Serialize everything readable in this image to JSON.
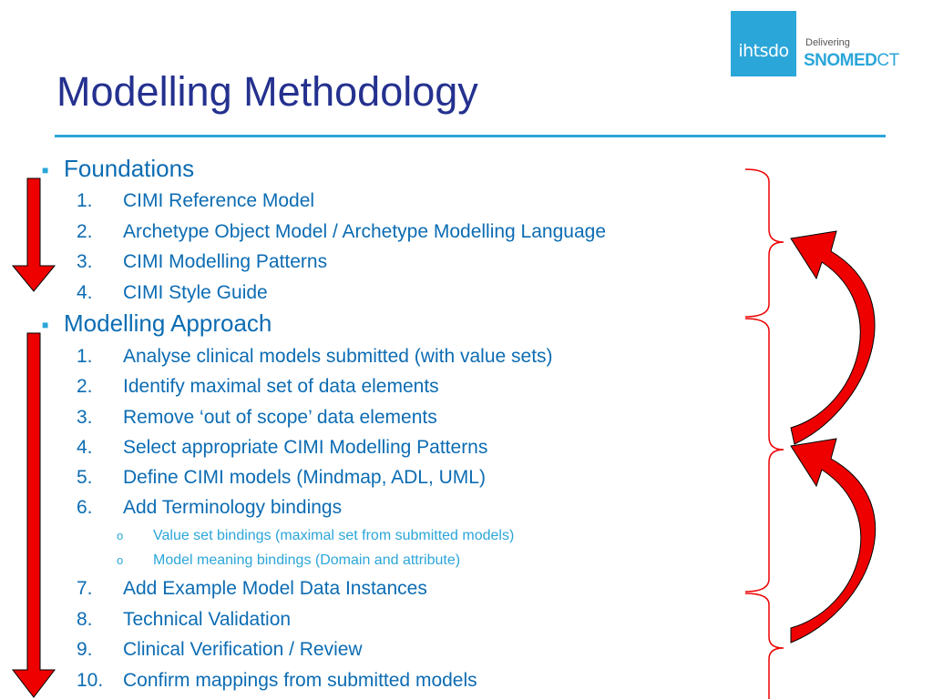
{
  "logo": {
    "org": "ihtsdo",
    "tagline": "Delivering",
    "brand_main": "SNOMED",
    "brand_suffix": "CT"
  },
  "title": "Modelling Methodology",
  "sections": [
    {
      "heading": "Foundations",
      "items": [
        {
          "num": "1.",
          "text": "CIMI Reference Model"
        },
        {
          "num": "2.",
          "text": "Archetype Object Model / Archetype Modelling Language"
        },
        {
          "num": "3.",
          "text": "CIMI Modelling Patterns"
        },
        {
          "num": "4.",
          "text": "CIMI Style Guide"
        }
      ]
    },
    {
      "heading": "Modelling Approach",
      "items": [
        {
          "num": "1.",
          "text": "Analyse clinical models submitted (with value sets)"
        },
        {
          "num": "2.",
          "text": "Identify maximal set of data elements"
        },
        {
          "num": "3.",
          "text": "Remove ‘out of scope’ data elements"
        },
        {
          "num": "4.",
          "text": "Select appropriate CIMI Modelling Patterns"
        },
        {
          "num": "5.",
          "text": "Define CIMI models (Mindmap, ADL, UML)"
        },
        {
          "num": "6.",
          "text": "Add Terminology bindings"
        },
        {
          "num": "7.",
          "text": "Add Example Model Data Instances"
        },
        {
          "num": "8.",
          "text": "Technical Validation"
        },
        {
          "num": "9.",
          "text": "Clinical Verification / Review"
        },
        {
          "num": "10.",
          "text": "Confirm mappings from submitted models"
        }
      ],
      "subitems": [
        {
          "marker": "o",
          "text": "Value set bindings (maximal set from submitted models)"
        },
        {
          "marker": "o",
          "text": "Model meaning bindings (Domain and attribute)"
        }
      ]
    }
  ],
  "colors": {
    "title": "#24318f",
    "text": "#0c6cb3",
    "accent": "#2ba6d9",
    "arrow": "#ee0000"
  }
}
